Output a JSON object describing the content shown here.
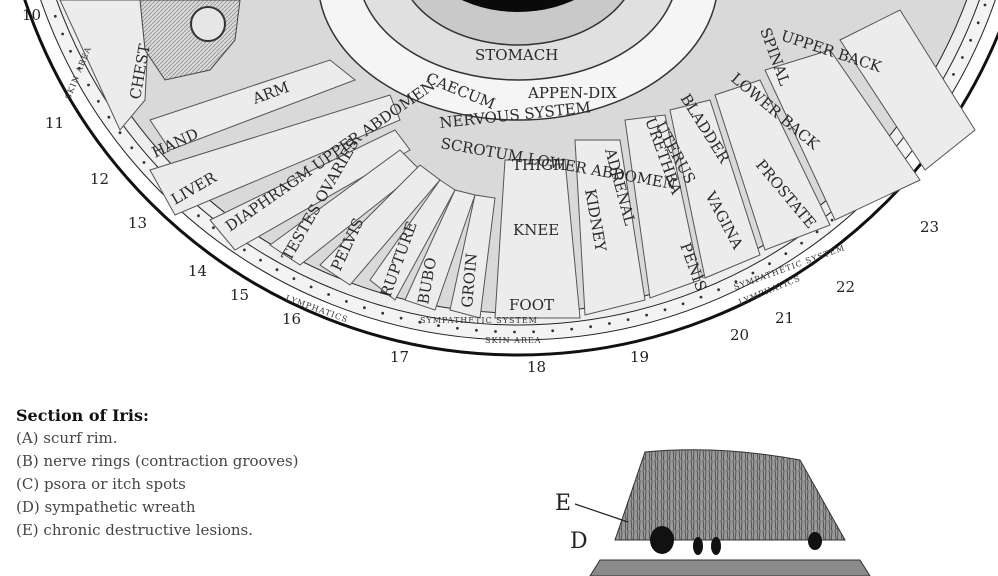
{
  "iris_chart": {
    "zones": {
      "stomach": "STOMACH",
      "nervous_system": "NERVOUS SYSTEM",
      "caecum": "CAECUM",
      "appendix": "APPEN-DIX",
      "chest": "CHEST",
      "arm": "ARM",
      "hand": "HAND",
      "liver": "LIVER",
      "diaphragm_abdomen": "DIAPHRAGM UPPER ABDOMEN",
      "testes_ovaries": "TESTES OVARIES",
      "pelvis": "PELVIS",
      "rupture": "RUPTURE",
      "bubo": "BUBO",
      "groin": "GROIN",
      "scrotum": "SCROTUM LOWER ABDOMEN",
      "thigh": "THIGH",
      "knee": "KNEE",
      "foot": "FOOT",
      "kidney": "KIDNEY",
      "adrenal": "ADRENAL",
      "urethra": "URETHRA",
      "uterus": "UTERUS",
      "vagina": "VAGINA",
      "bladder": "BLADDER",
      "prostate": "PROSTATE",
      "penis": "PENIS",
      "lower_back": "LOWER BACK",
      "upper_back": "UPPER BACK",
      "spinal": "SPINAL",
      "sympathetic_system": "SYMPATHETIC SYSTEM",
      "skin_area": "SKIN AREA",
      "lymphatics": "LYMPHATICS"
    },
    "numbers": [
      "10",
      "11",
      "12",
      "13",
      "14",
      "15",
      "16",
      "17",
      "18",
      "19",
      "20",
      "21",
      "22",
      "23"
    ]
  },
  "legend": {
    "title": "Section of Iris:",
    "items": [
      "(A) scurf rim.",
      "(B) nerve rings (contraction grooves)",
      "(C) psora or itch spots",
      "(D) sympathetic wreath",
      "(E) chronic destructive lesions."
    ]
  },
  "section_labels": {
    "e": "E",
    "d": "D"
  }
}
